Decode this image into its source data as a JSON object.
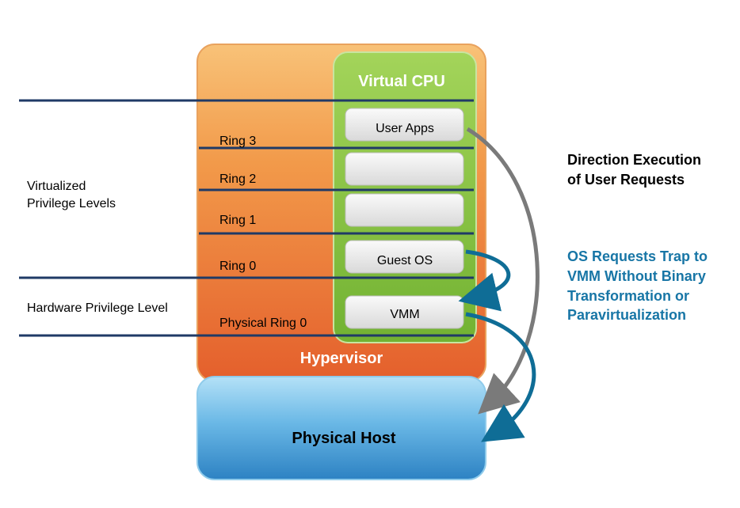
{
  "left_labels": {
    "virtualized_line1": "Virtualized",
    "virtualized_line2": "Privilege Levels",
    "hardware": "Hardware Privilege Level"
  },
  "rings": {
    "ring3": "Ring 3",
    "ring2": "Ring 2",
    "ring1": "Ring 1",
    "ring0": "Ring 0",
    "physical_ring0": "Physical Ring 0"
  },
  "hypervisor": {
    "label": "Hypervisor"
  },
  "virtual_cpu": {
    "title": "Virtual CPU",
    "slots": [
      "User Apps",
      "",
      "",
      "Guest OS",
      "VMM"
    ]
  },
  "physical_host": {
    "label": "Physical Host"
  },
  "annotations": {
    "direction_line1": "Direction Execution",
    "direction_line2": "of User Requests",
    "trap_line1": "OS Requests Trap to",
    "trap_line2": "VMM Without Binary",
    "trap_line3": "Transformation or",
    "trap_line4": "Paravirtualization"
  },
  "colors": {
    "hypervisor_top": "#f6b45e",
    "hypervisor_bottom": "#e45f2c",
    "vcpu_fill": "#86c13f",
    "host_top": "#a7d8f3",
    "host_bottom": "#2f86c5",
    "privilege_line": "#1f3a66",
    "trap_text": "#1876a6",
    "trap_arrow": "#0f6d96",
    "user_arrow": "#7a7a7a"
  }
}
